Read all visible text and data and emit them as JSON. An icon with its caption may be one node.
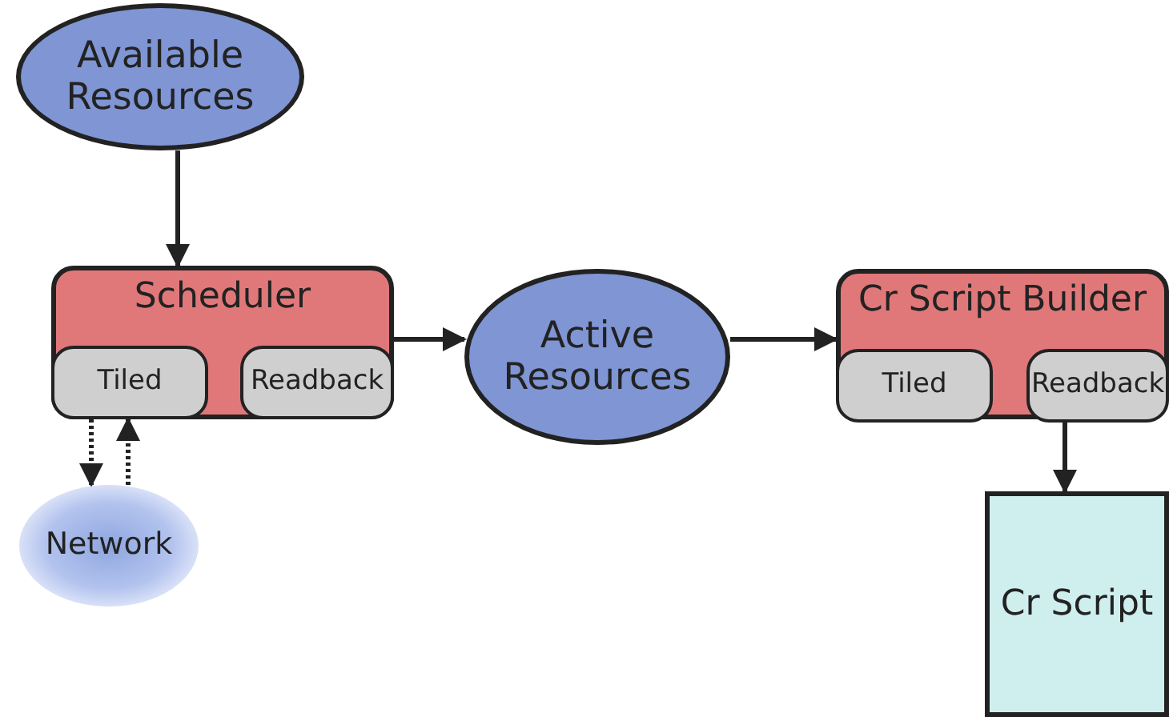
{
  "diagram": {
    "nodes": [
      {
        "text": [
          "Available Resources"
        ]
      },
      {
        "text": [
          "Scheduler"
        ]
      },
      {
        "text": [
          "Tiled"
        ],
        "in": 1
      },
      {
        "text": [
          "Readback"
        ],
        "in": 1
      },
      {
        "text": [
          "Network"
        ]
      },
      {
        "text": [
          "Active Resources"
        ]
      },
      {
        "text": [
          "Cr Script Builder"
        ]
      },
      {
        "text": [
          "Tiled"
        ],
        "in": 6
      },
      {
        "text": [
          "Readback"
        ],
        "in": 6
      },
      {
        "text": [
          "Cr Script"
        ]
      }
    ],
    "edges": [
      {
        "from": 0,
        "to": 1,
        "arrow": "to"
      },
      {
        "from": 1,
        "to": 5,
        "arrow": "to"
      },
      {
        "from": 5,
        "to": 6,
        "arrow": "to"
      },
      {
        "from": 2,
        "to": 4,
        "arrow": "to",
        "style": "dashed"
      },
      {
        "from": 4,
        "to": 2,
        "arrow": "to",
        "style": "dashed"
      },
      {
        "from": 8,
        "to": 9,
        "arrow": "to"
      }
    ]
  }
}
